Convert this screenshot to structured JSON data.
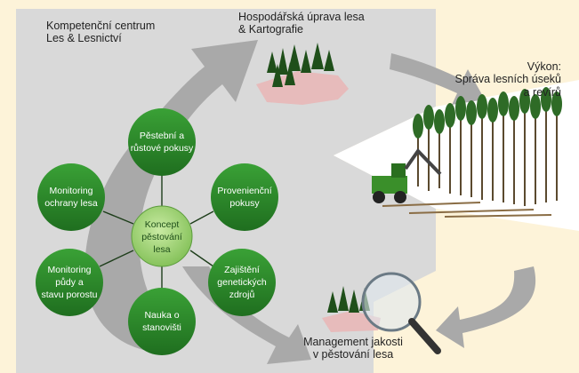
{
  "labels": {
    "center_title_1": "Kompetenční centrum",
    "center_title_2": "Les & Lesnictví",
    "top_label_1": "Hospodářská úprava lesa",
    "top_label_2": "& Kartografie",
    "right_heading": "Výkon:",
    "right_line_2": "Správa lesních úseků",
    "right_line_3": "a revírů",
    "bottom_label_1": "Management jakosti",
    "bottom_label_2": "v pěstování lesa"
  },
  "hub": {
    "line_1": "Koncept",
    "line_2": "pěstování",
    "line_3": "lesa"
  },
  "nodes": {
    "top": [
      "Pěstební a",
      "růstové pokusy"
    ],
    "upper_left": [
      "Monitoring",
      "ochrany lesa"
    ],
    "upper_right": [
      "Provenienční",
      "pokusy"
    ],
    "lower_left": [
      "Monitoring",
      "půdy a",
      "stavu porostu"
    ],
    "lower_right": [
      "Zajištění",
      "genetických",
      "zdrojů"
    ],
    "bottom": [
      "Nauka o",
      "stanovišti"
    ]
  },
  "colors": {
    "background": "#fdf3d9",
    "panel": "#d9d9d9",
    "arrow": "#a9a9a9",
    "node_fill": "#2f8a2c",
    "hub_fill": "#9fd27a"
  }
}
